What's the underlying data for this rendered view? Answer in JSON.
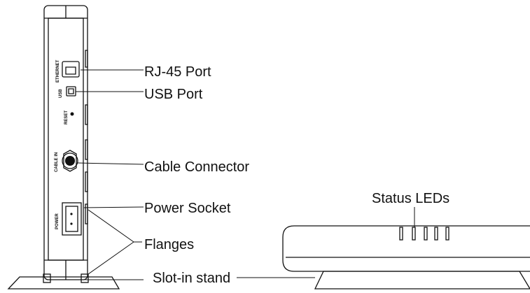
{
  "callouts": {
    "rj45": "RJ-45 Port",
    "usb": "USB Port",
    "cable": "Cable Connector",
    "power": "Power Socket",
    "flanges": "Flanges",
    "stand": "Slot-in stand",
    "status_leds": "Status LEDs"
  },
  "port_labels": {
    "ethernet": "ETHERNET",
    "usb": "USB",
    "reset": "RESET",
    "cable_in": "CABLE IN",
    "power": "POWER"
  },
  "icons": [
    "rj45-port-icon",
    "usb-port-icon",
    "reset-button-icon",
    "coax-connector-icon",
    "power-socket-icon",
    "status-led-icon"
  ],
  "colors": {
    "line": "#111111",
    "background": "#ffffff"
  }
}
